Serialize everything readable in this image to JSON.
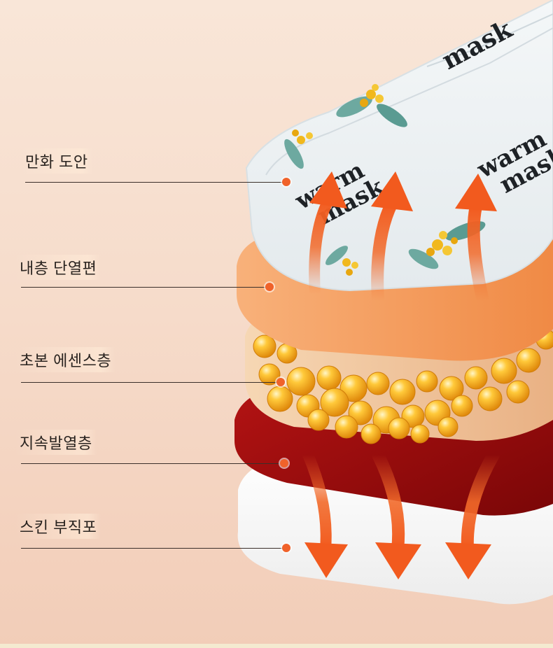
{
  "labels": {
    "layer1": "만화 도안",
    "layer2": "내층 단열편",
    "layer3": "초본 에센스층",
    "layer4": "지속발열층",
    "layer5": "스킨 부직포"
  },
  "mask_text": {
    "line1": "warm",
    "line2": "mask",
    "partial": "mask"
  },
  "colors": {
    "accent": "#f0622a",
    "insulation": "#f59a5a",
    "essence": "#f3c79e",
    "heat_layer": "#a30f10",
    "skin_layer": "#ffffff",
    "pattern_layer": "#eef2f4"
  },
  "icons": [
    "heat-up-arrow-icon",
    "heat-down-arrow-icon",
    "osmanthus-flower-icon",
    "essence-bead-icon"
  ]
}
